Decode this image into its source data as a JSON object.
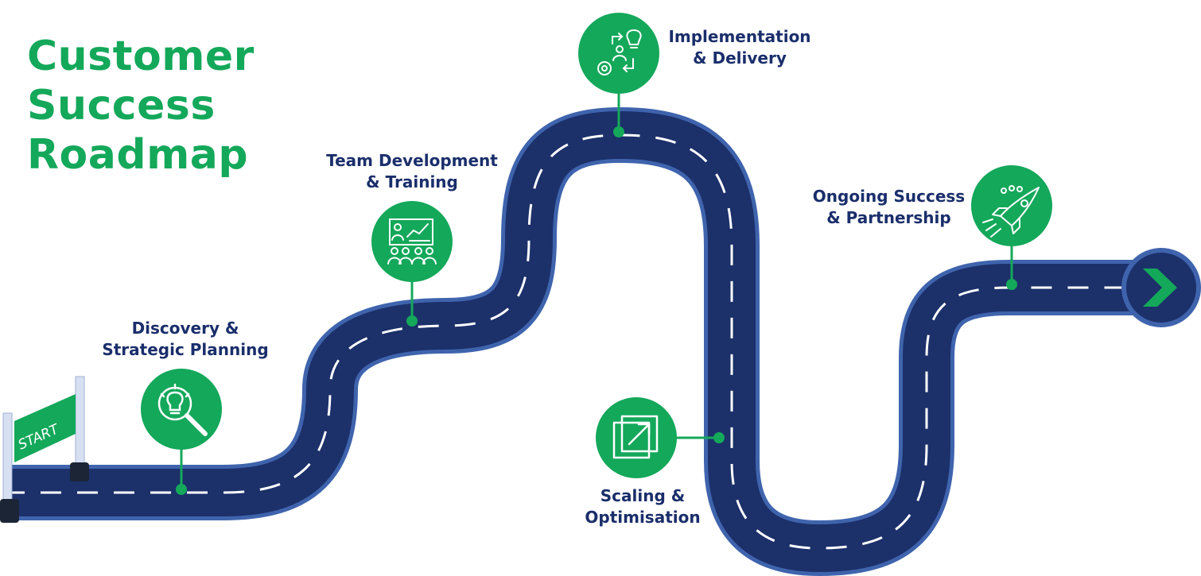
{
  "title": {
    "line1": "Customer",
    "line2": "Success",
    "line3": "Roadmap"
  },
  "start_sign": "START",
  "milestones": [
    {
      "line1": "Discovery &",
      "line2": "Strategic Planning",
      "icon": "lightbulb-magnifier-icon"
    },
    {
      "line1": "Team Development",
      "line2": "& Training",
      "icon": "presentation-team-icon"
    },
    {
      "line1": "Implementation",
      "line2": "& Delivery",
      "icon": "gears-idea-cycle-icon"
    },
    {
      "line1": "Scaling &",
      "line2": "Optimisation",
      "icon": "expand-arrow-icon"
    },
    {
      "line1": "Ongoing Success",
      "line2": "& Partnership",
      "icon": "rocket-team-icon"
    }
  ],
  "colors": {
    "road": "#1c306a",
    "road_border": "#3f64ad",
    "accent_green": "#14a85a",
    "label_navy": "#1a2e6b",
    "lane_marks": "#ffffff"
  }
}
